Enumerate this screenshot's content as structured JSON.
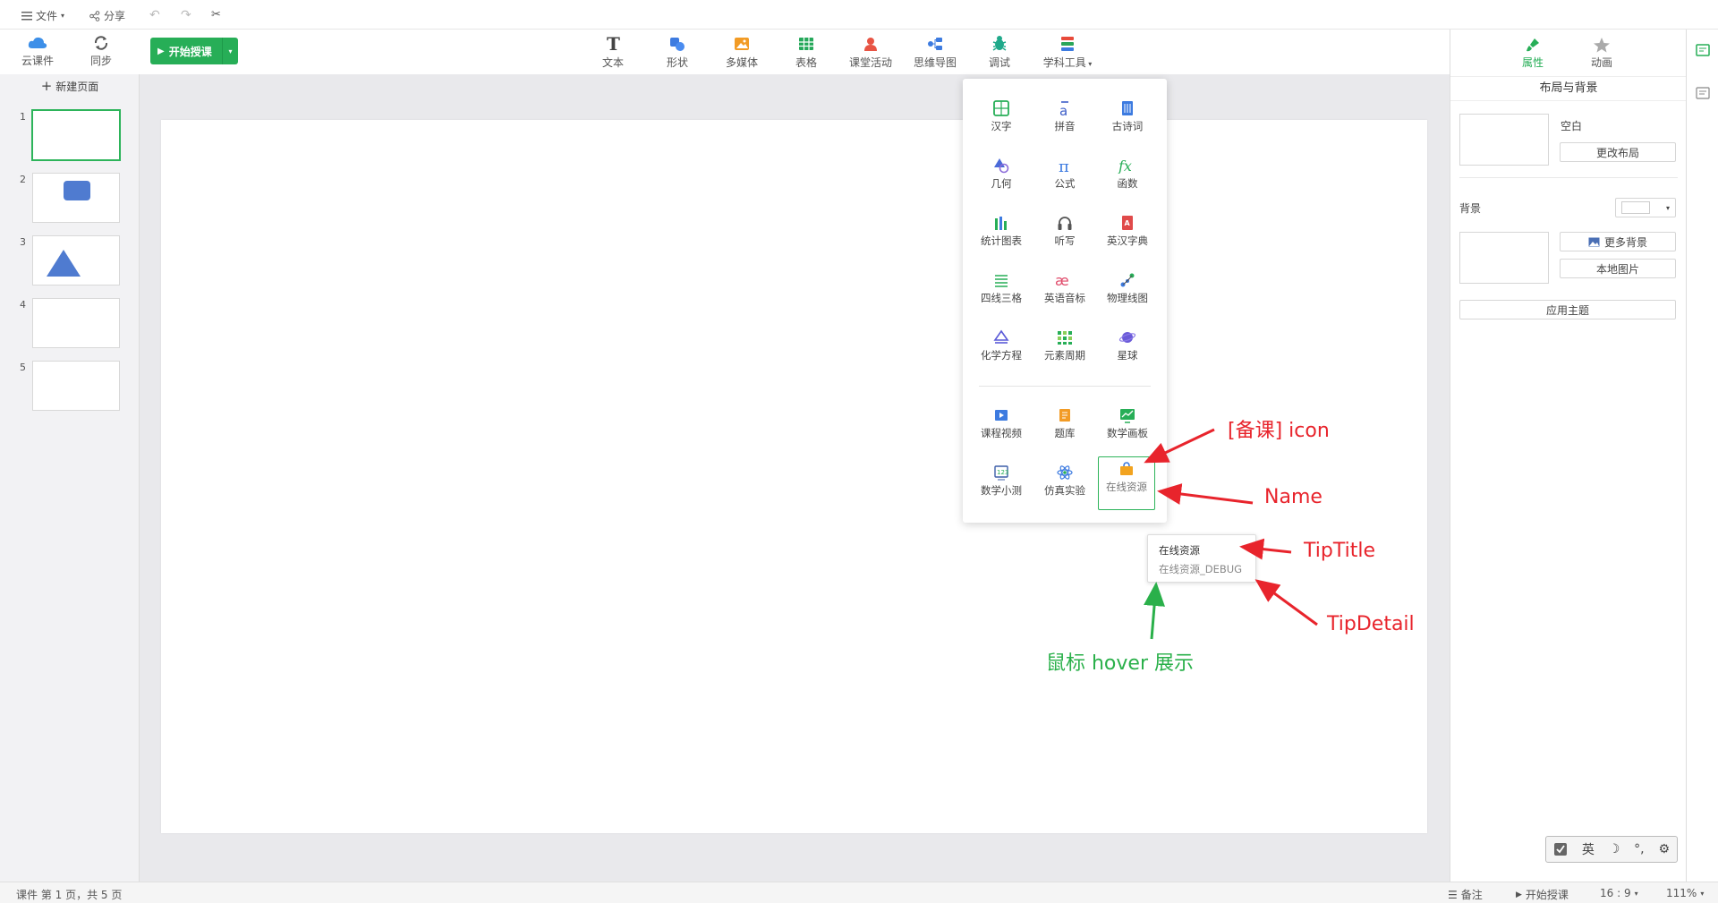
{
  "menubar": {
    "file_label": "文件",
    "share_label": "分享"
  },
  "toolbar": {
    "cloud_label": "云课件",
    "sync_label": "同步",
    "start_label": "开始授课",
    "tools": [
      {
        "label": "文本",
        "icon": "text-icon"
      },
      {
        "label": "形状",
        "icon": "shape-icon"
      },
      {
        "label": "多媒体",
        "icon": "media-icon"
      },
      {
        "label": "表格",
        "icon": "table-icon"
      },
      {
        "label": "课堂活动",
        "icon": "activity-icon"
      },
      {
        "label": "思维导图",
        "icon": "mindmap-icon"
      },
      {
        "label": "调试",
        "icon": "debug-icon"
      },
      {
        "label": "学科工具",
        "icon": "subject-tools-icon"
      }
    ]
  },
  "sidebar": {
    "new_page_label": "新建页面",
    "pages": [
      "1",
      "2",
      "3",
      "4",
      "5"
    ]
  },
  "subject_tools": {
    "items": [
      {
        "label": "汉字",
        "icon": "hanzi-icon"
      },
      {
        "label": "拼音",
        "icon": "pinyin-icon"
      },
      {
        "label": "古诗词",
        "icon": "poem-icon"
      },
      {
        "label": "几何",
        "icon": "geometry-icon"
      },
      {
        "label": "公式",
        "icon": "formula-icon"
      },
      {
        "label": "函数",
        "icon": "function-icon"
      },
      {
        "label": "统计图表",
        "icon": "stat-chart-icon"
      },
      {
        "label": "听写",
        "icon": "dictation-icon"
      },
      {
        "label": "英汉字典",
        "icon": "dictionary-icon"
      },
      {
        "label": "四线三格",
        "icon": "four-line-icon"
      },
      {
        "label": "英语音标",
        "icon": "phonetic-icon"
      },
      {
        "label": "物理线图",
        "icon": "physics-icon"
      },
      {
        "label": "化学方程",
        "icon": "chemistry-icon"
      },
      {
        "label": "元素周期",
        "icon": "periodic-icon"
      },
      {
        "label": "星球",
        "icon": "planet-icon"
      }
    ],
    "extra_items": [
      {
        "label": "课程视频",
        "icon": "course-video-icon"
      },
      {
        "label": "题库",
        "icon": "question-bank-icon"
      },
      {
        "label": "数学画板",
        "icon": "math-board-icon"
      },
      {
        "label": "数学小测",
        "icon": "math-quiz-icon"
      },
      {
        "label": "仿真实验",
        "icon": "simulation-icon"
      },
      {
        "label": "在线资源",
        "icon": "online-resource-icon"
      }
    ]
  },
  "tooltip": {
    "title": "在线资源",
    "detail": "在线资源_DEBUG"
  },
  "annotations": {
    "icon_note": "[备课] icon",
    "name_note": "Name",
    "tip_title_note": "TipTitle",
    "tip_detail_note": "TipDetail",
    "hover_note": "鼠标 hover 展示",
    "red_color": "#e8242c",
    "green_color": "#2ab04a"
  },
  "right_panel": {
    "tab_props": "属性",
    "tab_anim": "动画",
    "section_title": "布局与背景",
    "layout_name": "空白",
    "change_layout": "更改布局",
    "background_label": "背景",
    "more_bg": "更多背景",
    "local_image": "本地图片",
    "apply_theme": "应用主题"
  },
  "statusbar": {
    "page_info": "课件 第 1 页，共 5 页",
    "notes": "备注",
    "start": "开始授课",
    "ratio": "16 : 9",
    "zoom": "111%"
  },
  "ime": {
    "lang": "英"
  },
  "colors": {
    "accent": "#27ae57"
  }
}
